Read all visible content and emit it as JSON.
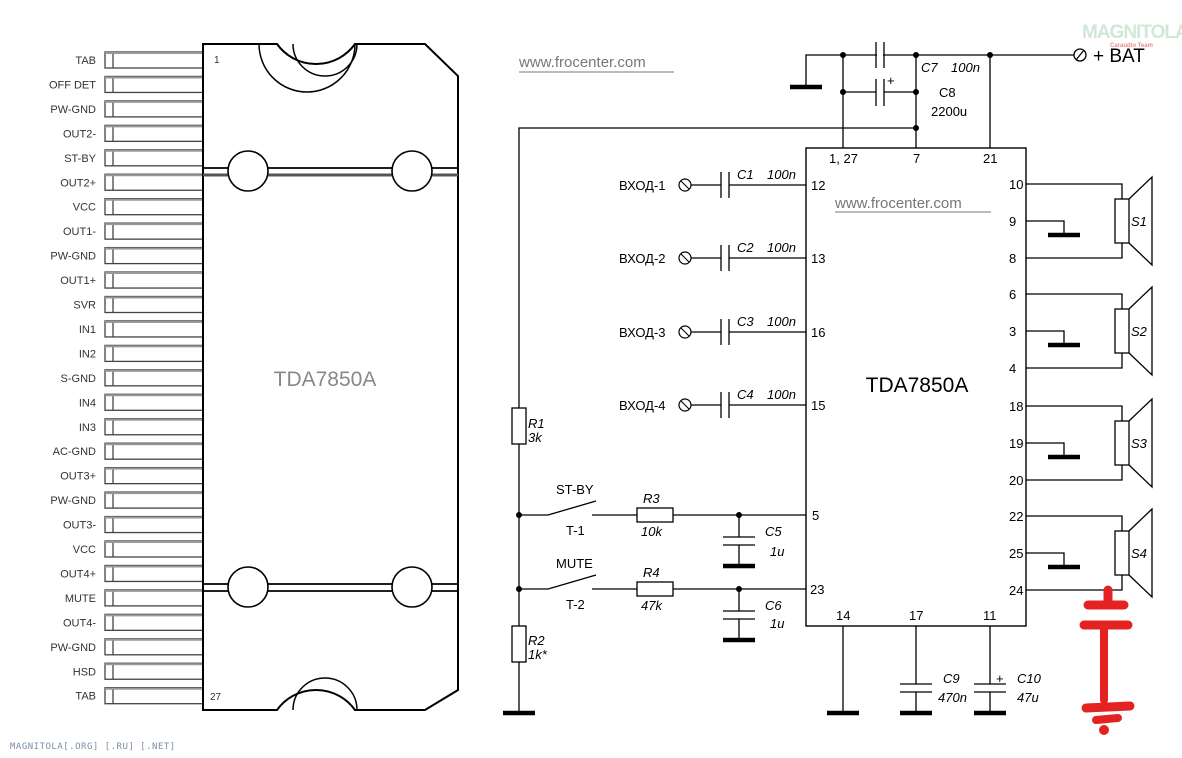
{
  "pinout": {
    "chip_name": "TDA7850A",
    "first_pin_number": "1",
    "last_pin_number": "27",
    "pins": [
      "TAB",
      "OFF DET",
      "PW-GND",
      "OUT2-",
      "ST-BY",
      "OUT2+",
      "VCC",
      "OUT1-",
      "PW-GND",
      "OUT1+",
      "SVR",
      "IN1",
      "IN2",
      "S-GND",
      "IN4",
      "IN3",
      "AC-GND",
      "OUT3+",
      "PW-GND",
      "OUT3-",
      "VCC",
      "OUT4+",
      "MUTE",
      "OUT4-",
      "PW-GND",
      "HSD",
      "TAB"
    ]
  },
  "watermarks": {
    "url_top": "www.frocenter.com",
    "url_chip": "www.frocenter.com",
    "logo_main": "MAGNITOLA",
    "logo_sub": "Caraudio Team",
    "footer": "MAGNITOLA[.ORG] [.RU] [.NET]"
  },
  "schematic": {
    "chip_name": "TDA7850A",
    "power_label": "+ BAT",
    "top_pins": [
      "1, 27",
      "7",
      "21"
    ],
    "left_pins": [
      "12",
      "13",
      "16",
      "15",
      "5",
      "23"
    ],
    "right_pins": [
      "10",
      "9",
      "8",
      "6",
      "3",
      "4",
      "18",
      "19",
      "20",
      "22",
      "25",
      "24"
    ],
    "bottom_pins": [
      "14",
      "17",
      "11"
    ],
    "inputs": [
      {
        "label": "ВХОД-1",
        "cap": "C1",
        "value": "100n",
        "pin": "12"
      },
      {
        "label": "ВХОД-2",
        "cap": "C2",
        "value": "100n",
        "pin": "13"
      },
      {
        "label": "ВХОД-3",
        "cap": "C3",
        "value": "100n",
        "pin": "16"
      },
      {
        "label": "ВХОД-4",
        "cap": "C4",
        "value": "100n",
        "pin": "15"
      }
    ],
    "components": {
      "c7": {
        "name": "C7",
        "value": "100n"
      },
      "c8": {
        "name": "C8",
        "value": "2200u",
        "polarity": "+"
      },
      "c5": {
        "name": "C5",
        "value": "1u"
      },
      "c6": {
        "name": "C6",
        "value": "1u"
      },
      "c9": {
        "name": "C9",
        "value": "470n"
      },
      "c10": {
        "name": "C10",
        "value": "47u",
        "polarity": "+"
      },
      "r1": {
        "name": "R1",
        "value": "3k"
      },
      "r2": {
        "name": "R2",
        "value": "1k*"
      },
      "r3": {
        "name": "R3",
        "value": "10k"
      },
      "r4": {
        "name": "R4",
        "value": "47k"
      }
    },
    "switches": [
      {
        "name": "T-1",
        "label": "ST-BY"
      },
      {
        "name": "T-2",
        "label": "MUTE"
      }
    ],
    "speakers": [
      "S1",
      "S2",
      "S3",
      "S4"
    ],
    "annotation_color": "#e52222"
  }
}
